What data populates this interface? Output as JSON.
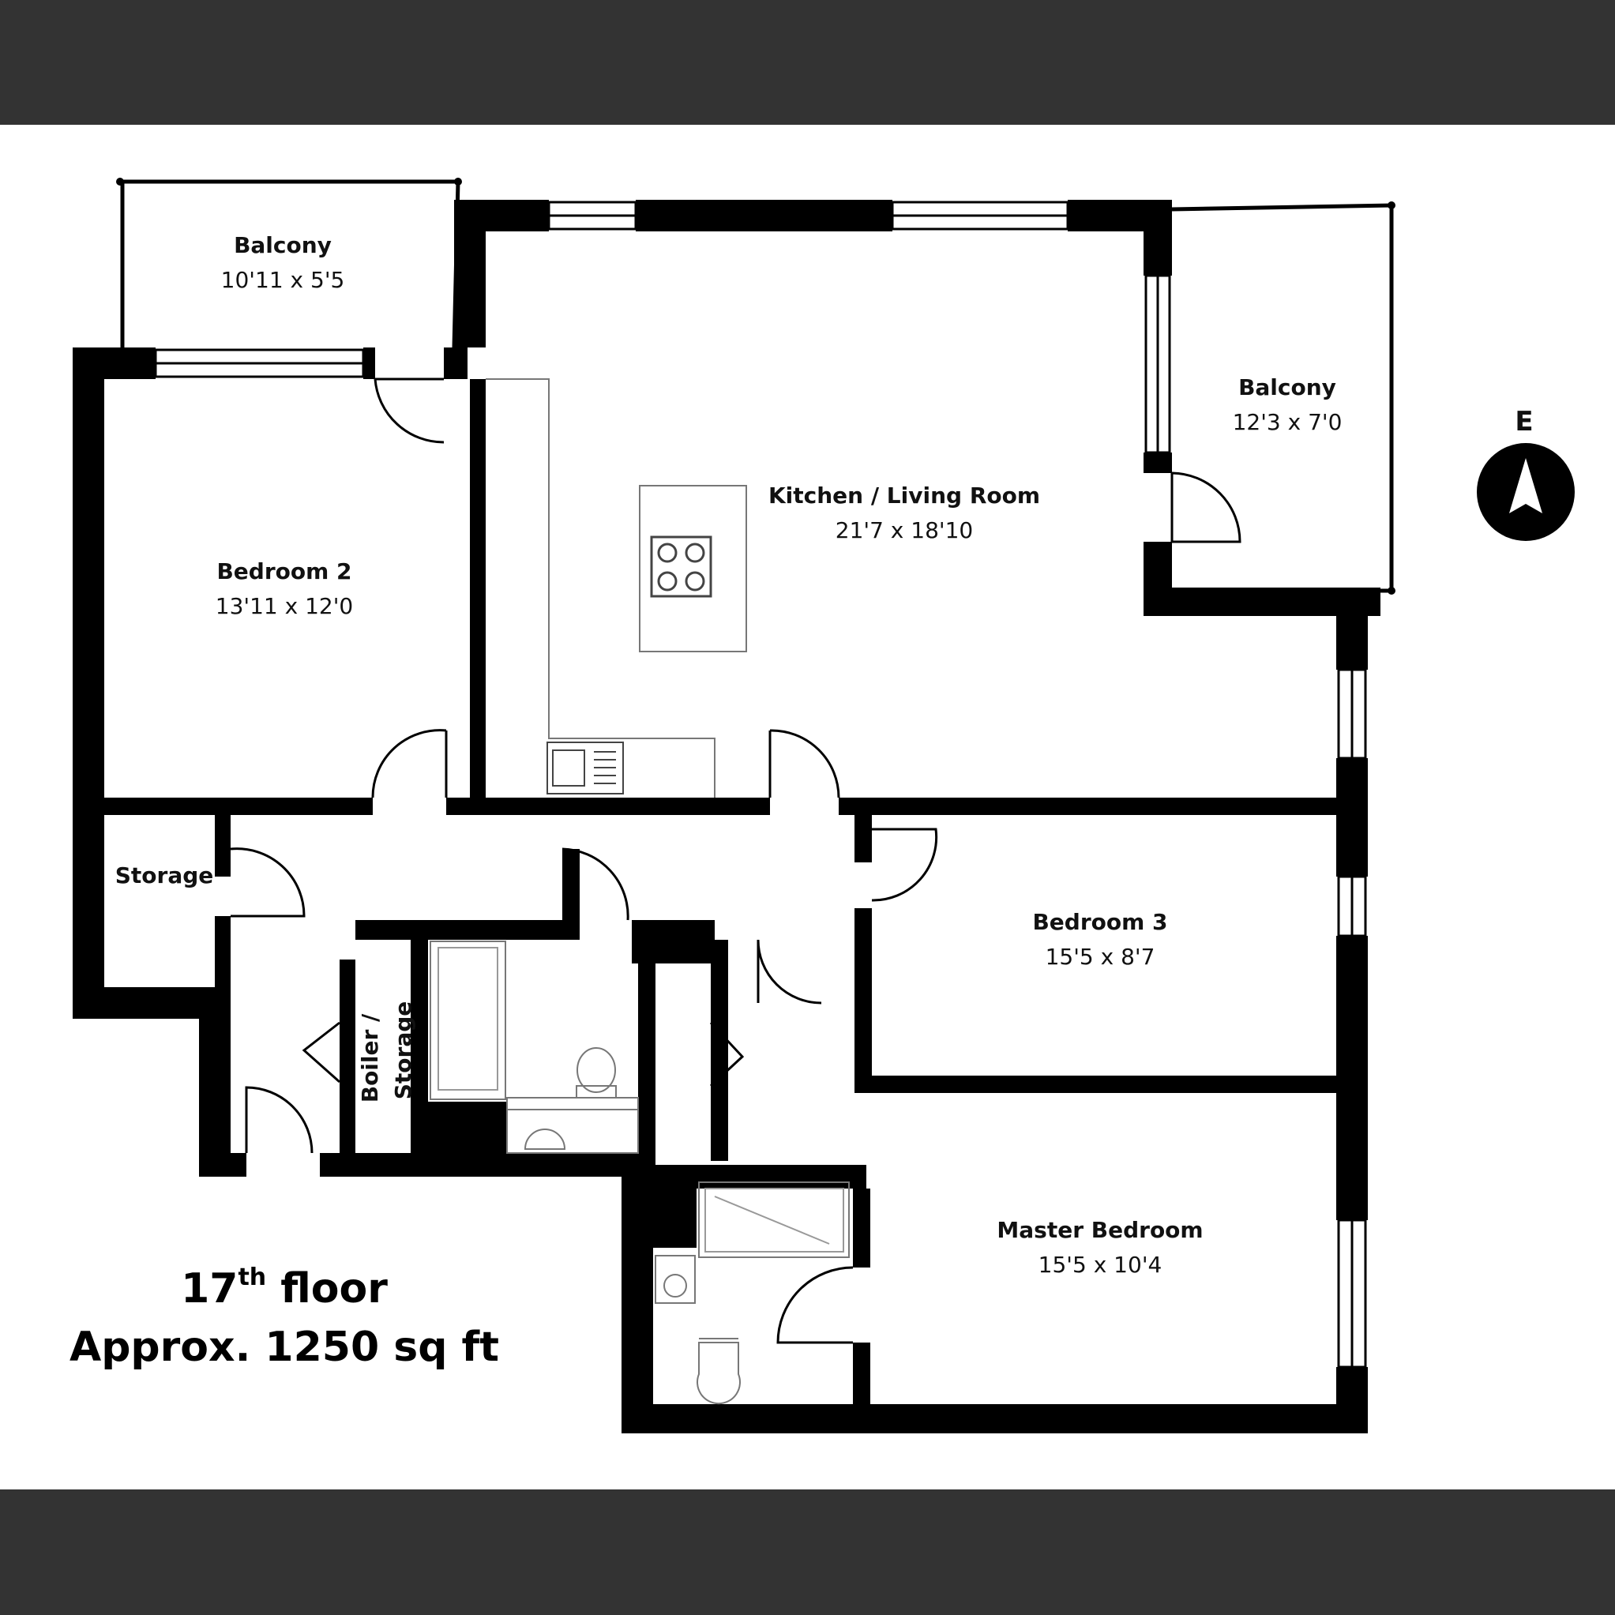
{
  "rooms": {
    "balcony_1": {
      "name": "Balcony",
      "size": "10'11 x 5'5"
    },
    "balcony_2": {
      "name": "Balcony",
      "size": "12'3 x 7'0"
    },
    "kitchen_living": {
      "name": "Kitchen / Living Room",
      "size": "21'7 x 18'10"
    },
    "bedroom_2": {
      "name": "Bedroom 2",
      "size": "13'11 x 12'0"
    },
    "bedroom_3": {
      "name": "Bedroom 3",
      "size": "15'5 x 8'7"
    },
    "master_bedroom": {
      "name": "Master Bedroom",
      "size": "15'5 x 10'4"
    },
    "storage": {
      "name": "Storage"
    },
    "boiler_storage": {
      "line1": "Boiler /",
      "line2": "Storage"
    }
  },
  "compass": {
    "label": "E"
  },
  "floor": {
    "number": "17",
    "suffix": "th",
    "word": "floor",
    "area": "Approx. 1250 sq ft"
  },
  "colors": {
    "band": "#333333",
    "wall": "#000000",
    "background": "#ffffff"
  }
}
